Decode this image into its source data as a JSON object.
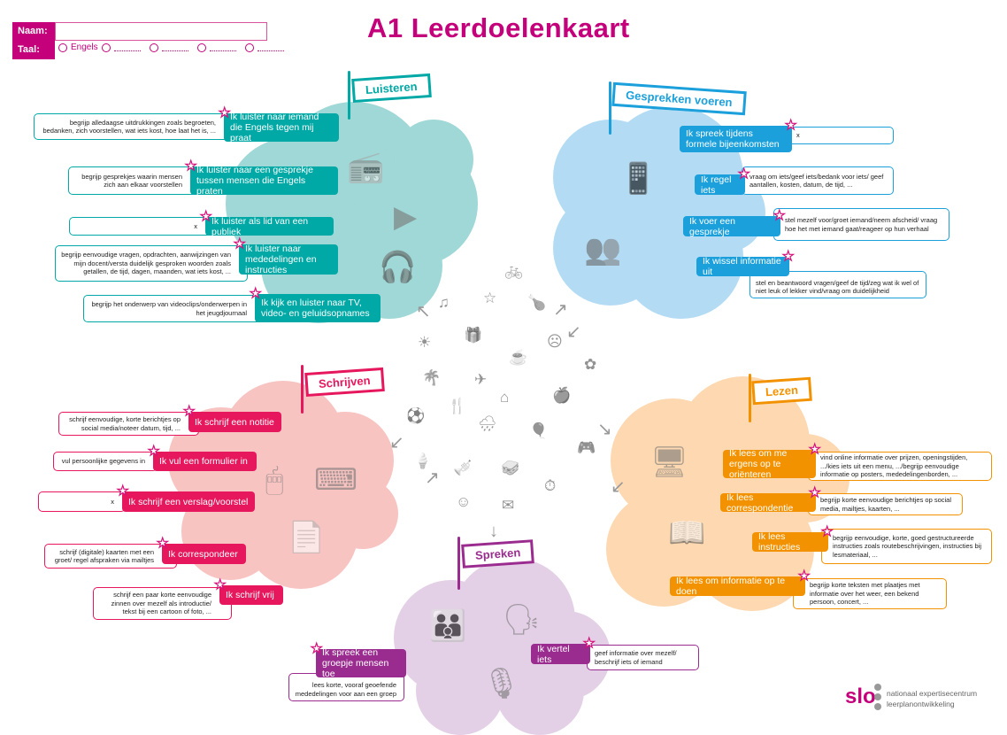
{
  "title": "A1 Leerdoelenkaart",
  "form": {
    "name_label": "Naam:",
    "name_value": "",
    "lang_label": "Taal:",
    "lang_options": [
      "Engels",
      "",
      "",
      "",
      ""
    ]
  },
  "colors": {
    "luisteren": "#00a9a5",
    "gesprekken": "#1ba0dc",
    "schrijven": "#e6175c",
    "lezen": "#f39200",
    "spreken": "#9b2c8f",
    "title": "#c4007a"
  },
  "sections": {
    "luisteren": {
      "title": "Luisteren",
      "items": [
        {
          "label": "Ik luister naar iemand die Engels tegen mij praat",
          "desc": "begrijp alledaagse uitdrukkingen zoals begroeten, bedanken, zich voorstellen, wat iets kost, hoe laat het is, ..."
        },
        {
          "label": "Ik luister naar een gesprekje tussen mensen die Engels praten",
          "desc": "begrijp gesprekjes waarin mensen zich aan elkaar voorstellen"
        },
        {
          "label": "Ik luister als lid van een publiek",
          "desc": "x"
        },
        {
          "label": "Ik luister naar mededelingen en instructies",
          "desc": "begrijp eenvoudige vragen, opdrachten, aanwijzingen van mijn docent/versta duidelijk gesproken woorden zoals getallen, de tijd, dagen, maanden, wat iets kost, ..."
        },
        {
          "label": "Ik kijk en luister naar TV, video- en geluidsopnames",
          "desc": "begrijp het onderwerp van videoclips/onderwerpen in het jeugdjournaal"
        }
      ]
    },
    "gesprekken": {
      "title": "Gesprekken voeren",
      "items": [
        {
          "label": "Ik spreek tijdens formele bijeenkomsten",
          "desc": "x"
        },
        {
          "label": "Ik regel iets",
          "desc": "vraag om iets/geef iets/bedank voor iets/ geef aantallen, kosten, datum, de tijd, ..."
        },
        {
          "label": "Ik voer een gesprekje",
          "desc": "stel mezelf voor/groet iemand/neem afscheid/ vraag hoe het met iemand gaat/reageer op hun verhaal"
        },
        {
          "label": "Ik wissel informatie uit",
          "desc": "stel en beantwoord vragen/geef de tijd/zeg wat ik wel of niet leuk of lekker vind/vraag om duidelijkheid"
        }
      ]
    },
    "schrijven": {
      "title": "Schrijven",
      "items": [
        {
          "label": "Ik schrijf een notitie",
          "desc": "schrijf eenvoudige, korte berichtjes op social media/noteer datum, tijd, ..."
        },
        {
          "label": "Ik vul een formulier in",
          "desc": "vul persoonlijke gegevens in"
        },
        {
          "label": "Ik schrijf een verslag/voorstel",
          "desc": "x"
        },
        {
          "label": "Ik correspondeer",
          "desc": "schrijf (digitale) kaarten met een groet/ regel afspraken via mailtjes"
        },
        {
          "label": "Ik schrijf vrij",
          "desc": "schrijf een paar korte eenvoudige zinnen over mezelf als introductie/ tekst bij een cartoon of foto, ..."
        }
      ]
    },
    "lezen": {
      "title": "Lezen",
      "items": [
        {
          "label": "Ik lees om me ergens op te oriënteren",
          "desc": "vind online informatie over prijzen, openingstijden, .../kies iets uit een menu, .../begrijp eenvoudige informatie op posters, mededelingenborden, ..."
        },
        {
          "label": "Ik lees correspondentie",
          "desc": "begrijp korte eenvoudige berichtjes op social media, mailtjes, kaarten, ..."
        },
        {
          "label": "Ik lees instructies",
          "desc": "begrijp eenvoudige, korte, goed gestructureerde instructies zoals routebeschrijvingen, instructies bij lesmateriaal, ..."
        },
        {
          "label": "Ik lees om informatie op te doen",
          "desc": "begrijp korte teksten met plaatjes met informatie over het weer, een bekend persoon, concert, ..."
        }
      ]
    },
    "spreken": {
      "title": "Spreken",
      "items": [
        {
          "label": "Ik spreek een groepje mensen toe",
          "desc": "lees korte, vooraf geoefende mededelingen voor aan een groep"
        },
        {
          "label": "Ik vertel iets",
          "desc": "geef informatie over mezelf/ beschrijf iets of iemand"
        }
      ]
    }
  },
  "center_icons": [
    "bicycle-icon",
    "music-icon",
    "star-icon",
    "chicken-leg-icon",
    "sun-icon",
    "gift-icon",
    "sad-face-icon",
    "mug-icon",
    "flower-icon",
    "palm-tree-icon",
    "airplane-icon",
    "house-icon",
    "apple-icon",
    "football-icon",
    "cutlery-icon",
    "rain-cloud-icon",
    "balloons-icon",
    "gamepad-icon",
    "ice-cream-icon",
    "trumpet-icon",
    "sandwich-icon",
    "stopwatch-icon",
    "smiley-icon",
    "envelope-icon"
  ],
  "logo": {
    "text": "slo",
    "line1": "nationaal expertisecentrum",
    "line2": "leerplanontwikkeling"
  }
}
